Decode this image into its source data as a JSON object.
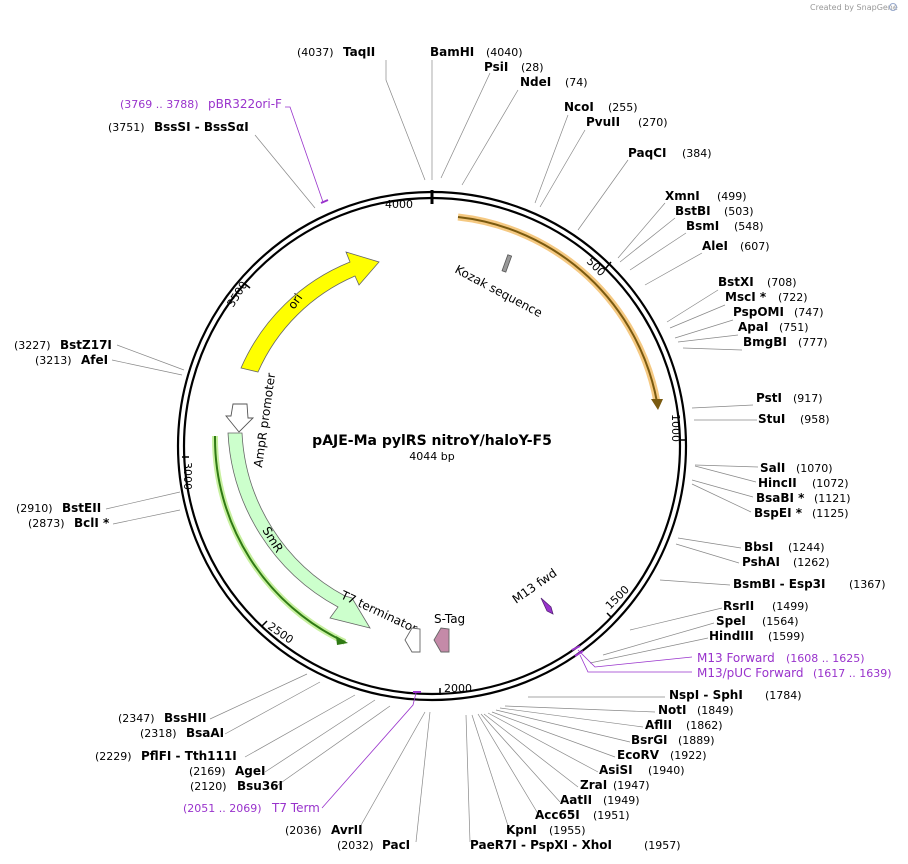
{
  "credit": "Created by SnapGene",
  "plasmid": {
    "name": "pAJE-Ma pylRS nitroY/haloY-F5",
    "length": "4044 bp"
  },
  "tick_labels": [
    "4000",
    "500",
    "1000",
    "1500",
    "2000",
    "2500",
    "3000",
    "3500"
  ],
  "features": {
    "kozak": "Kozak sequence",
    "ori": "ori",
    "ampr_promoter": "AmpR promoter",
    "smr": "SmR",
    "t7_terminator": "T7 terminator",
    "stag": "S-Tag",
    "m13fwd": "M13 fwd"
  },
  "sites": [
    {
      "name": "TaqII",
      "pos": "(4037)"
    },
    {
      "name": "BamHI",
      "pos": "(4040)"
    },
    {
      "name": "PsiI",
      "pos": "(28)"
    },
    {
      "name": "NdeI",
      "pos": "(74)"
    },
    {
      "name": "NcoI",
      "pos": "(255)"
    },
    {
      "name": "PvuII",
      "pos": "(270)"
    },
    {
      "name": "PaqCI",
      "pos": "(384)"
    },
    {
      "name": "XmnI",
      "pos": "(499)"
    },
    {
      "name": "BstBI",
      "pos": "(503)"
    },
    {
      "name": "BsmI",
      "pos": "(548)"
    },
    {
      "name": "AleI",
      "pos": "(607)"
    },
    {
      "name": "BstXI",
      "pos": "(708)"
    },
    {
      "name": "MscI *",
      "pos": "(722)"
    },
    {
      "name": "PspOMI",
      "pos": "(747)"
    },
    {
      "name": "ApaI",
      "pos": "(751)"
    },
    {
      "name": "BmgBI",
      "pos": "(777)"
    },
    {
      "name": "PstI",
      "pos": "(917)"
    },
    {
      "name": "StuI",
      "pos": "(958)"
    },
    {
      "name": "SalI",
      "pos": "(1070)"
    },
    {
      "name": "HincII",
      "pos": "(1072)"
    },
    {
      "name": "BsaBI *",
      "pos": "(1121)"
    },
    {
      "name": "BspEI *",
      "pos": "(1125)"
    },
    {
      "name": "BbsI",
      "pos": "(1244)"
    },
    {
      "name": "PshAI",
      "pos": "(1262)"
    },
    {
      "name": "BsmBI - Esp3I",
      "pos": "(1367)"
    },
    {
      "name": "RsrII",
      "pos": "(1499)"
    },
    {
      "name": "SpeI",
      "pos": "(1564)"
    },
    {
      "name": "HindIII",
      "pos": "(1599)"
    },
    {
      "name": "NspI - SphI",
      "pos": "(1784)"
    },
    {
      "name": "NotI",
      "pos": "(1849)"
    },
    {
      "name": "AflII",
      "pos": "(1862)"
    },
    {
      "name": "BsrGI",
      "pos": "(1889)"
    },
    {
      "name": "EcoRV",
      "pos": "(1922)"
    },
    {
      "name": "AsiSI",
      "pos": "(1940)"
    },
    {
      "name": "ZraI",
      "pos": "(1947)"
    },
    {
      "name": "AatII",
      "pos": "(1949)"
    },
    {
      "name": "Acc65I",
      "pos": "(1951)"
    },
    {
      "name": "KpnI",
      "pos": "(1955)"
    },
    {
      "name": "PaeR7I - PspXI - XhoI",
      "pos": "(1957)"
    },
    {
      "name": "PacI",
      "pos": "(2032)"
    },
    {
      "name": "AvrII",
      "pos": "(2036)"
    },
    {
      "name": "Bsu36I",
      "pos": "(2120)"
    },
    {
      "name": "AgeI",
      "pos": "(2169)"
    },
    {
      "name": "PflFI - Tth111I",
      "pos": "(2229)"
    },
    {
      "name": "BsaAI",
      "pos": "(2318)"
    },
    {
      "name": "BssHII",
      "pos": "(2347)"
    },
    {
      "name": "BclI *",
      "pos": "(2873)"
    },
    {
      "name": "BstEII",
      "pos": "(2910)"
    },
    {
      "name": "AfeI",
      "pos": "(3213)"
    },
    {
      "name": "BstZ17I",
      "pos": "(3227)"
    },
    {
      "name": "BssSI - BssSαI",
      "pos": "(3751)"
    }
  ],
  "primers": [
    {
      "name": "pBR322ori-F",
      "pos": "(3769 .. 3788)"
    },
    {
      "name": "M13 Forward",
      "pos": "(1608 .. 1625)"
    },
    {
      "name": "M13/pUC Forward",
      "pos": "(1617 .. 1639)"
    },
    {
      "name": "T7 Term",
      "pos": "(2051 .. 2069)"
    }
  ]
}
